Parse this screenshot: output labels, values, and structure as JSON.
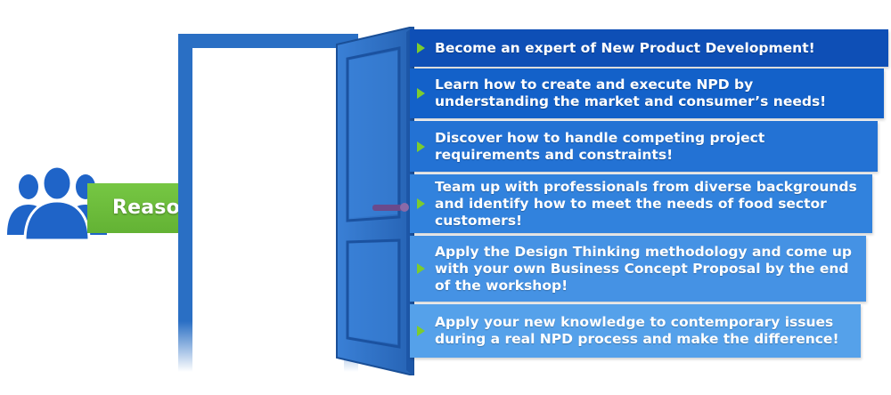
{
  "arrow": {
    "label": "Reasons to join"
  },
  "icons": {
    "people": "users-icon",
    "door": "door-icon",
    "bullet": "triangle-bullet-icon"
  },
  "colors": {
    "arrow_green": "#6cbf3a",
    "frame_blue": "#2a6fc4",
    "door_blue": "#2f74c9",
    "bullet_green": "#7ccc2e",
    "icon_blue": "#1f64c8"
  },
  "reasons": [
    {
      "text": "Become an expert of New Product Development!",
      "color": "#0e4fb6"
    },
    {
      "text": "Learn how to create and execute NPD by understanding the market and consumer’s needs!",
      "color": "#1361c9"
    },
    {
      "text": "Discover how to handle competing project requirements and constraints!",
      "color": "#2372d4"
    },
    {
      "text": "Team up with professionals from diverse backgrounds and identify how to meet the needs of food sector customers!",
      "color": "#3182dd"
    },
    {
      "text": "Apply the Design Thinking methodology and come up with your own Business Concept Proposal by the end of the workshop!",
      "color": "#4592e4"
    },
    {
      "text": "Apply your new knowledge to contemporary issues during a real NPD process and make the difference!",
      "color": "#55a1ea"
    }
  ]
}
